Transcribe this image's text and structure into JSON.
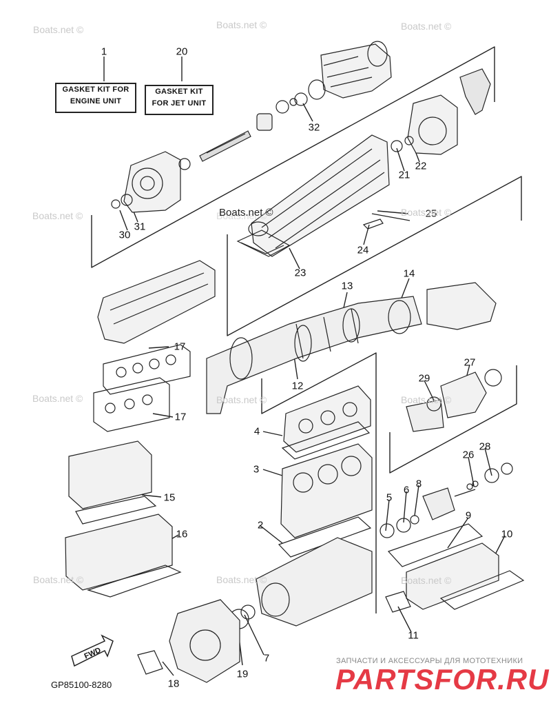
{
  "kits": {
    "engine": {
      "number": "1",
      "line1": "GASKET KIT FOR",
      "line2": "ENGINE UNIT"
    },
    "jet": {
      "number": "20",
      "line1": "GASKET KIT",
      "line2": "FOR JET UNIT"
    }
  },
  "callouts": [
    "2",
    "3",
    "4",
    "5",
    "6",
    "7",
    "8",
    "9",
    "10",
    "11",
    "12",
    "13",
    "14",
    "15",
    "16",
    "17",
    "17",
    "18",
    "19",
    "21",
    "22",
    "23",
    "24",
    "25",
    "26",
    "27",
    "28",
    "29",
    "30",
    "31",
    "32"
  ],
  "watermarks": [
    "Boats.net ©",
    "Boats.net ©",
    "Boats.net ©",
    "Boats.net ©",
    "Boats.net ©",
    "Boats.net ©",
    "Boats.net ©",
    "Boats.net ©",
    "Boats.net ©",
    "Boats.net ©",
    "Boats.net ©",
    "Boats.net ©"
  ],
  "watermark_center": "Boats.net ©",
  "fwd_label": "FWD",
  "part_code": "GP85100-8280",
  "brand": {
    "tagline": "ЗАПЧАСТИ И АКСЕССУАРЫ ДЛЯ МОТОТЕХНИКИ",
    "name": "PARTSFOR.RU",
    "color": "#e53a45"
  }
}
